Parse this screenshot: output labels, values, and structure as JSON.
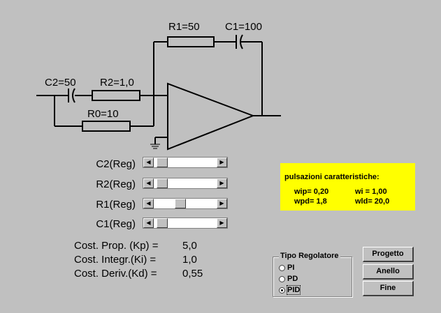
{
  "circuit": {
    "r1_label": "R1=50",
    "c1_label": "C1=100",
    "c2_label": "C2=50",
    "r2_label": "R2=1,0",
    "r0_label": "R0=10"
  },
  "sliders": [
    {
      "label": "C2(Reg)",
      "value": 0.05
    },
    {
      "label": "R2(Reg)",
      "value": 0.05
    },
    {
      "label": "R1(Reg)",
      "value": 0.4
    },
    {
      "label": "C1(Reg)",
      "value": 0.05
    }
  ],
  "constants": [
    {
      "name": "Cost. Prop. (Kp)  =",
      "value": "5,0"
    },
    {
      "name": "Cost. Integr.(Ki) =",
      "value": "1,0"
    },
    {
      "name": "Cost. Deriv.(Kd)  =",
      "value": "0,55"
    }
  ],
  "info": {
    "title": "pulsazioni caratteristiche:",
    "wip": "wip= 0,20",
    "wi": "wi = 1,00",
    "wpd": "wpd= 1,8",
    "wld": "wld= 20,0",
    "background": "#ffff00"
  },
  "tipo_regolatore": {
    "legend": "Tipo Regolatore",
    "options": [
      "PI",
      "PD",
      "PID"
    ],
    "selected": "PID"
  },
  "buttons": {
    "progetto": "Progetto",
    "anello": "Anello",
    "fine": "Fine"
  }
}
